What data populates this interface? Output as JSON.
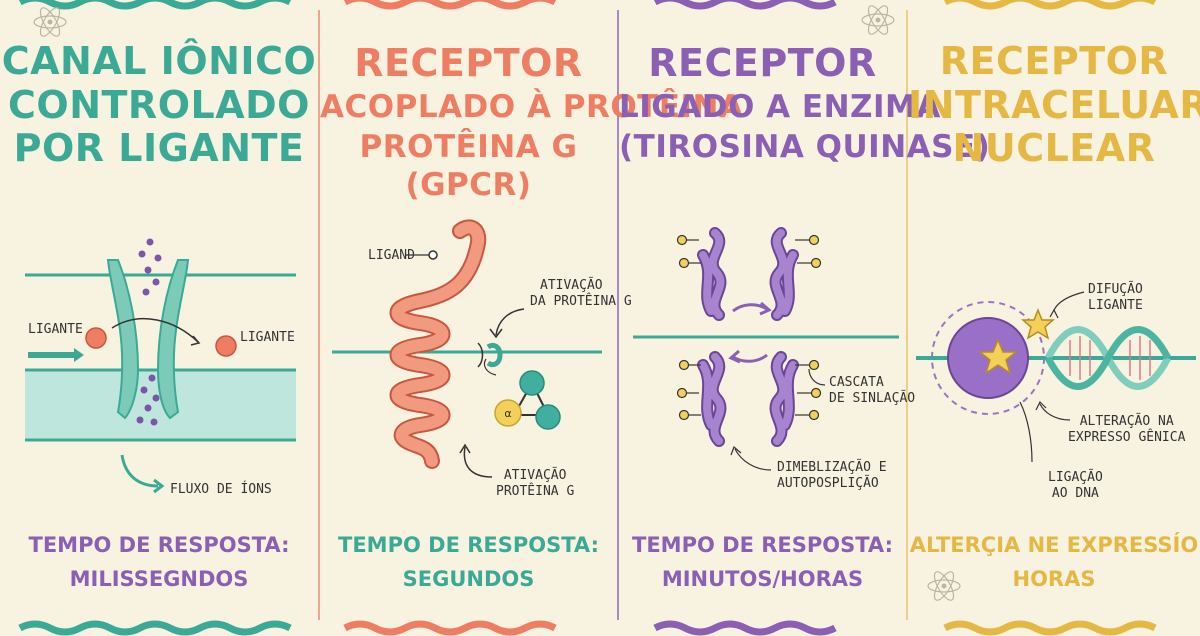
{
  "colors": {
    "background": "#f8f2e1",
    "teal": "#3aaa96",
    "coral": "#ee7d62",
    "purple": "#8a5fb4",
    "yellow": "#e5b843"
  },
  "panels": [
    {
      "title_lines": [
        "CANAL IÔNICO",
        "CONTROLADO",
        "POR LIGANTE"
      ],
      "labels": {
        "ligand_left": "LIGANTE",
        "ligand_right": "LIGANTE",
        "ion_flow": "FLUXO DE ÍONS"
      },
      "footer_lines": [
        "TEMPO DE RESPOSTA:",
        "MILISSEGNDOS"
      ]
    },
    {
      "title_lines": [
        "RECEPTOR",
        "ACOPLADO À PROTÊINA",
        "PROTÊINA G (GPCR)"
      ],
      "labels": {
        "ligand": "LIGAND",
        "activation_top_1": "ATIVAÇÃO",
        "activation_top_2": "DA PROTÊINA G",
        "activation_bottom_1": "ATIVAÇÃO",
        "activation_bottom_2": "PROTÊINA G",
        "g_subunit": "α"
      },
      "footer_lines": [
        "TEMPO DE RESPOSTA:",
        "SEGUNDOS"
      ]
    },
    {
      "title_lines": [
        "RECEPTOR",
        "LIGADO A ENZIMA",
        "(TIROSINA QUINASE)"
      ],
      "labels": {
        "cascade_1": "CASCATA",
        "cascade_2": "DE SINLAÇÃO",
        "dimer_1": "DIMEBLIZAÇÃO E",
        "dimer_2": "AUTOPOSPLIÇÃO"
      },
      "footer_lines": [
        "TEMPO DE RESPOSTA:",
        "MINUTOS/HORAS"
      ]
    },
    {
      "title_lines": [
        "RECEPTOR",
        "INTRACELUAR/",
        "NUCLEAR"
      ],
      "labels": {
        "diffusion_1": "DIFUÇÃO",
        "diffusion_2": "LIGANTE",
        "expression_1": "ALTERAÇÃO NA",
        "expression_2": "EXPRESSO GÊNICA",
        "dna_1": "LIGAÇÃO",
        "dna_2": "AO DNA"
      },
      "footer_lines": [
        "ALTERÇIA NE EXPRESSÍO",
        "HORAS"
      ]
    }
  ]
}
